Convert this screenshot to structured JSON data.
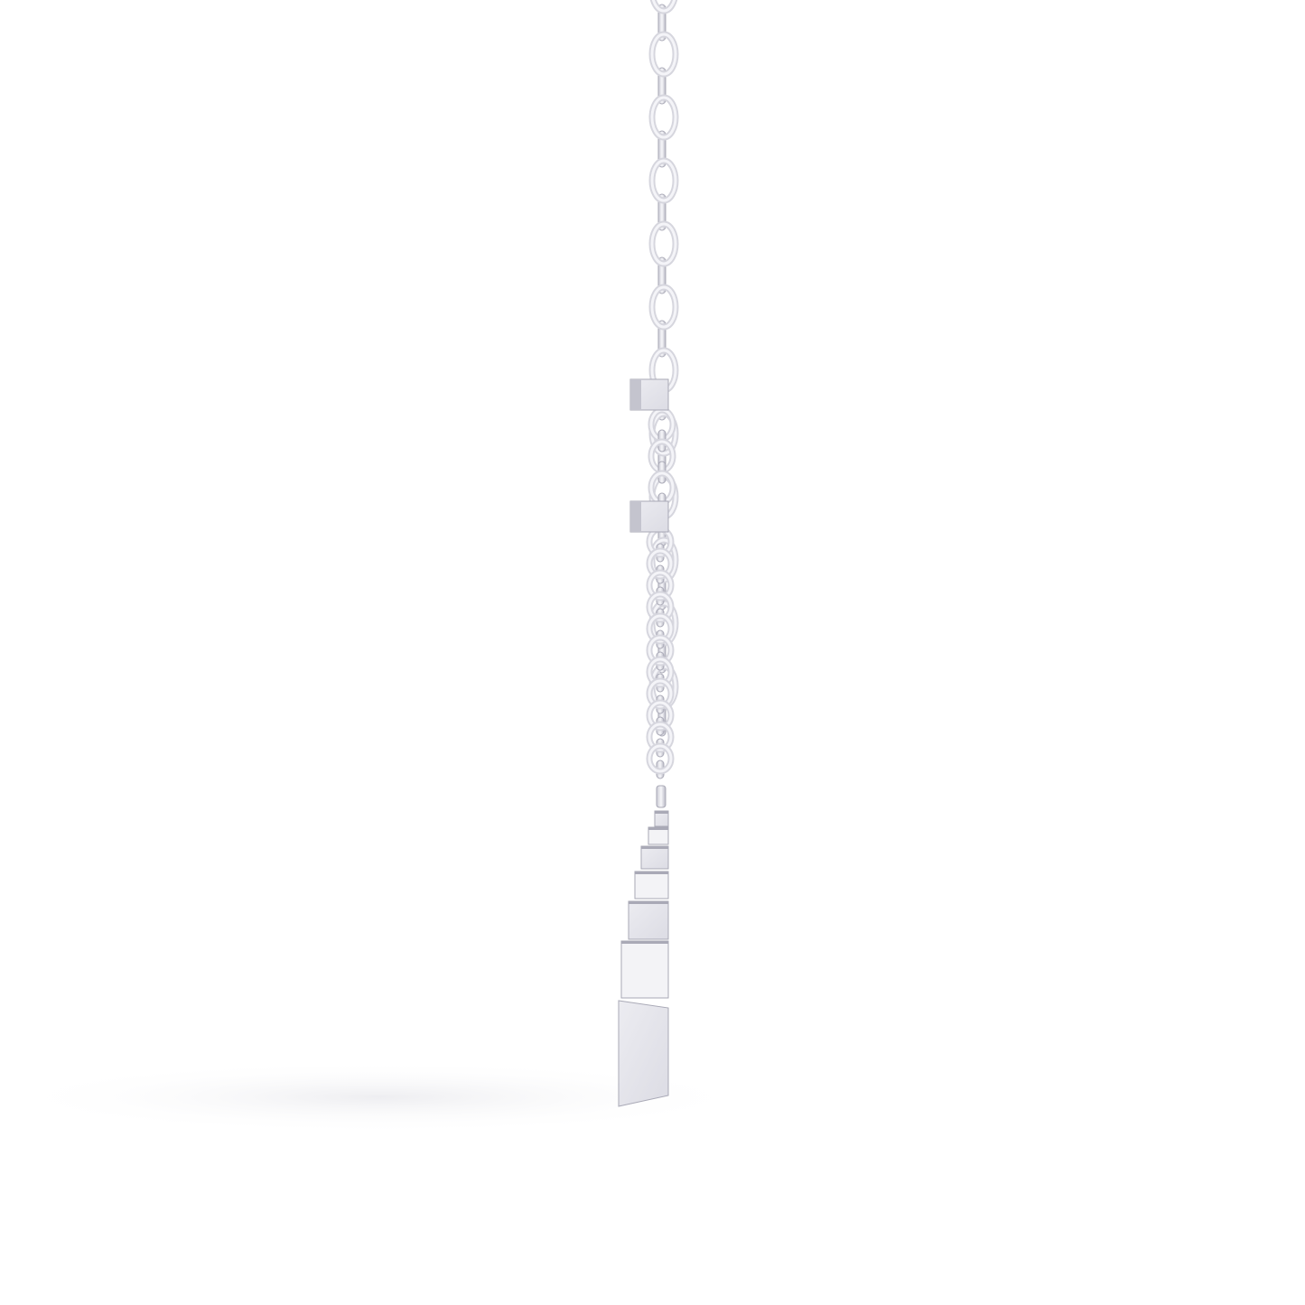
{
  "product": {
    "type": "necklace pendant",
    "colors": {
      "background": "#ffffff",
      "metal_light": "#f4f4f8",
      "metal_mid": "#d6d6de",
      "metal_dark": "#a9a9b6",
      "shadow": "#f2f2f4"
    },
    "chain_links_upper": 12,
    "chain_links_lower": 11,
    "spacer_bars": 2,
    "pendant_steps": 7
  }
}
